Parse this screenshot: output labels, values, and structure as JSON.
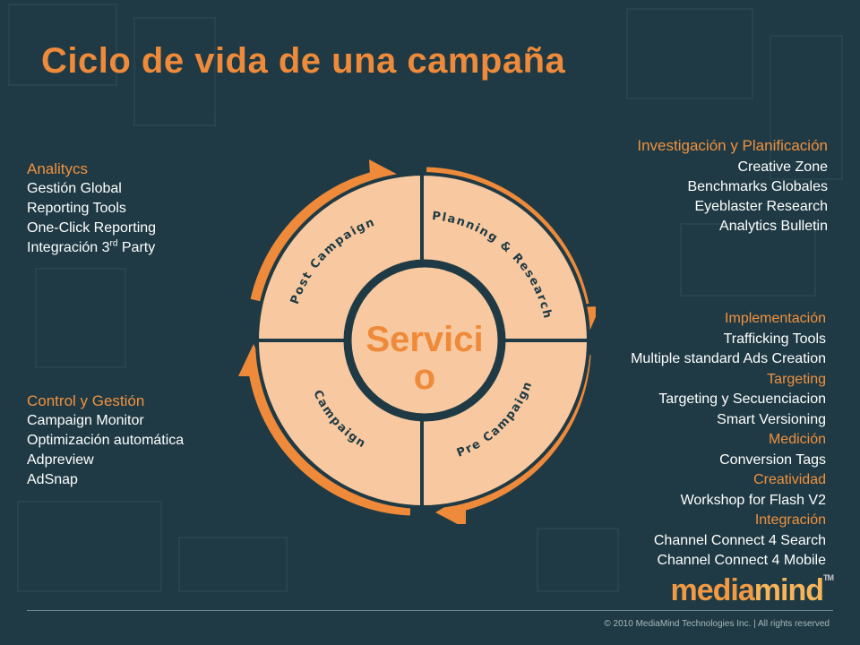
{
  "title": "Ciclo de vida de una campaña",
  "analitycs": {
    "heading": "Analitycs",
    "items": [
      "Gestión Global",
      "Reporting Tools",
      "One-Click Reporting"
    ],
    "integration_base": "Integración 3",
    "integration_sup": "rd",
    "integration_tail": " Party"
  },
  "control": {
    "heading": "Control y Gestión",
    "items": [
      "Campaign Monitor",
      "Optimización automática",
      "Adpreview",
      "AdSnap"
    ]
  },
  "investigacion": {
    "heading": "Investigación y Planificación",
    "items": [
      "Creative Zone",
      "Benchmarks Globales",
      "Eyeblaster Research",
      "Analytics Bulletin"
    ]
  },
  "implementacion": {
    "heading": "Implementación",
    "items": [
      "Trafficking Tools",
      "Multiple standard Ads Creation"
    ],
    "targeting_heading": "Targeting",
    "targeting_items": [
      "Targeting y Secuenciacion",
      "Smart Versioning"
    ],
    "medicion_heading": "Medición",
    "medicion_items": [
      "Conversion Tags"
    ],
    "creatividad_heading": "Creatividad",
    "creatividad_items": [
      "Workshop for Flash V2"
    ],
    "integracion_heading": "Integración",
    "integracion_items": [
      "Channel Connect 4 Search",
      "Channel Connect 4 Mobile"
    ]
  },
  "cycle": {
    "center_line1": "Servici",
    "center_line2": "o",
    "segments": {
      "top_left": "Post Campaign",
      "top_right": "Planning & Research",
      "bottom_right": "Pre Campaign",
      "bottom_left": "Campaign"
    }
  },
  "logo": {
    "part1": "media",
    "part2": "mind",
    "tm": "TM"
  },
  "copyright": "© 2010 MediaMind Technologies Inc. | All rights reserved",
  "colors": {
    "background": "#1f3a44",
    "accent": "#ee8a3a",
    "segment_fill": "#f8c9a0",
    "ring": "#1f3a44"
  }
}
